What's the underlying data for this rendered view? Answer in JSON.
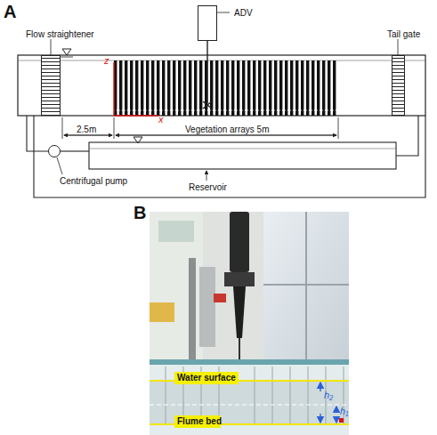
{
  "diagram": {
    "nodes": [
      {
        "text": [
          "ADV"
        ]
      },
      {
        "text": [
          "Flow straightener"
        ]
      },
      {
        "text": [
          "Tail gate"
        ]
      },
      {
        "text": [
          "Centrifugal pump"
        ]
      },
      {
        "text": [
          "Water surface"
        ]
      },
      {
        "text": [
          "Flume bed"
        ]
      }
    ],
    "labels": [
      "A",
      "z",
      "x",
      "2.5m",
      "Vegetation arrays 5m",
      "Reservoir",
      "B",
      "h₂",
      "h₁"
    ]
  }
}
